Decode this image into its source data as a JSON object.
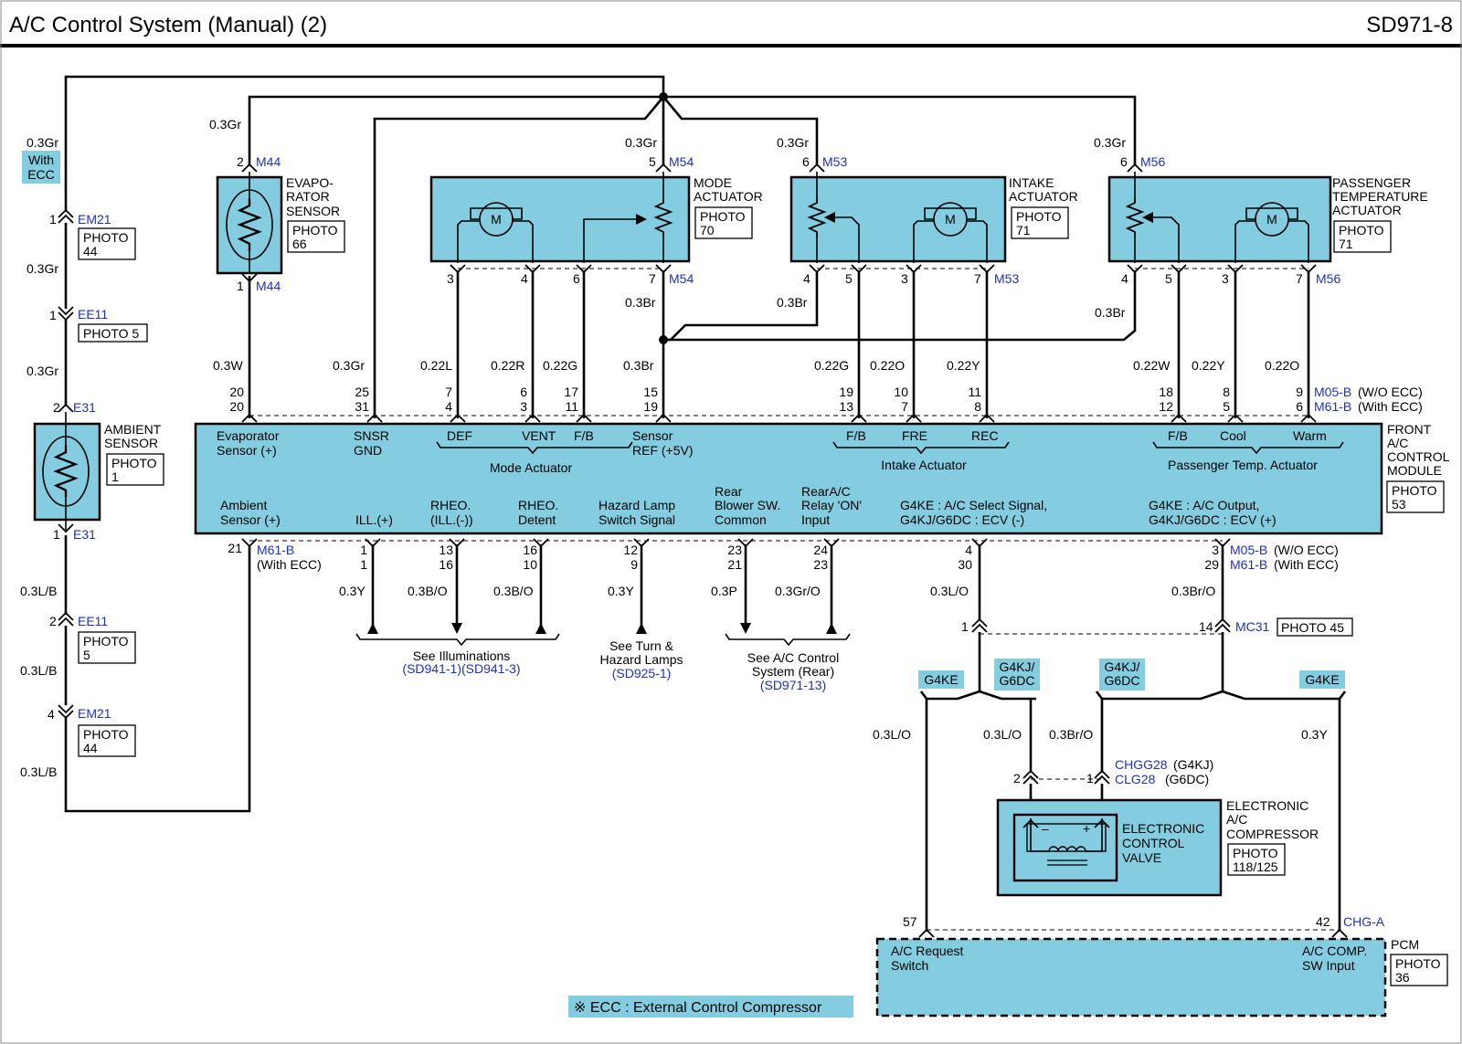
{
  "header": {
    "title": "A/C Control System (Manual) (2)",
    "page_code": "SD971-8"
  },
  "front_module": {
    "name_lines": [
      "FRONT",
      "A/C",
      "CONTROL",
      "MODULE"
    ],
    "photo": [
      "PHOTO",
      "53"
    ],
    "top_connector": [
      "M05-B",
      "(W/O ECC)",
      "M61-B",
      "(With ECC)"
    ],
    "bottom_connector": [
      "M05-B",
      "(W/O ECC)",
      "M61-B",
      "(With ECC)"
    ],
    "top_pins": [
      {
        "label": [
          "Evaporator",
          "Sensor (+)"
        ],
        "p1": "20",
        "p2": "20",
        "wire": "0.3W"
      },
      {
        "label": [
          "SNSR",
          "GND"
        ],
        "p1": "25",
        "p2": "31",
        "wire": "0.3Gr"
      },
      {
        "label": [
          "DEF"
        ],
        "p1": "7",
        "p2": "4",
        "wire": "0.22L"
      },
      {
        "label": [
          "VENT"
        ],
        "p1": "6",
        "p2": "3",
        "wire": "0.22R"
      },
      {
        "label": [
          "F/B"
        ],
        "p1": "17",
        "p2": "11",
        "wire": "0.22G"
      },
      {
        "label": [
          "Sensor",
          "REF (+5V)"
        ],
        "p1": "15",
        "p2": "19",
        "wire": "0.3Br"
      },
      {
        "label": [
          "F/B"
        ],
        "p1": "19",
        "p2": "13",
        "wire": "0.22G"
      },
      {
        "label": [
          "FRE"
        ],
        "p1": "10",
        "p2": "7",
        "wire": "0.22O"
      },
      {
        "label": [
          "REC"
        ],
        "p1": "11",
        "p2": "8",
        "wire": "0.22Y"
      },
      {
        "label": [
          "F/B"
        ],
        "p1": "18",
        "p2": "12",
        "wire": "0.22W"
      },
      {
        "label": [
          "Cool"
        ],
        "p1": "8",
        "p2": "5",
        "wire": "0.22Y"
      },
      {
        "label": [
          "Warm"
        ],
        "p1": "9",
        "p2": "6",
        "wire": "0.22O"
      }
    ],
    "groups": [
      "Mode Actuator",
      "Intake Actuator",
      "Passenger Temp. Actuator"
    ],
    "bottom_pins": [
      {
        "label": [
          "Ambient",
          "Sensor (+)"
        ],
        "p1": "21",
        "p2": "",
        "wire": ""
      },
      {
        "label": [
          "ILL.(+)"
        ],
        "p1": "1",
        "p2": "1",
        "wire": "0.3Y"
      },
      {
        "label": [
          "RHEO.",
          "(ILL.(-))"
        ],
        "p1": "13",
        "p2": "16",
        "wire": "0.3B/O"
      },
      {
        "label": [
          "RHEO.",
          "Detent"
        ],
        "p1": "16",
        "p2": "10",
        "wire": "0.3B/O"
      },
      {
        "label": [
          "Hazard Lamp",
          "Switch Signal"
        ],
        "p1": "12",
        "p2": "9",
        "wire": "0.3Y"
      },
      {
        "label": [
          "Rear",
          "Blower SW.",
          "Common"
        ],
        "p1": "23",
        "p2": "21",
        "wire": "0.3P"
      },
      {
        "label": [
          "RearA/C",
          "Relay 'ON'",
          "Input"
        ],
        "p1": "24",
        "p2": "23",
        "wire": "0.3Gr/O"
      },
      {
        "label": [
          "G4KE : A/C Select Signal,",
          "G4KJ/G6DC : ECV (-)"
        ],
        "p1": "4",
        "p2": "30",
        "wire": "0.3L/O"
      },
      {
        "label": [
          "G4KE : A/C Output,",
          "G4KJ/G6DC : ECV (+)"
        ],
        "p1": "3",
        "p2": "29",
        "wire": "0.3Br/O"
      }
    ],
    "m61b_left": [
      "M61-B",
      "(With ECC)"
    ]
  },
  "left_chain": {
    "with_ecc": [
      "With",
      "ECC"
    ],
    "wires": [
      "0.3Gr",
      "0.3Gr",
      "0.3Gr",
      "0.3L/B",
      "0.3L/B",
      "0.3L/B"
    ],
    "conn_em21_top": {
      "pin": "1",
      "name": "EM21",
      "photo": [
        "PHOTO",
        "44"
      ]
    },
    "conn_ee11_top": {
      "pin": "1",
      "name": "EE11",
      "photo": [
        "PHOTO 5"
      ]
    },
    "conn_e31_top": {
      "pin": "2",
      "name": "E31"
    },
    "conn_e31_bot": {
      "pin": "1",
      "name": "E31"
    },
    "conn_ee11_bot": {
      "pin": "2",
      "name": "EE11",
      "photo": [
        "PHOTO",
        "5"
      ]
    },
    "conn_em21_bot": {
      "pin": "4",
      "name": "EM21",
      "photo": [
        "PHOTO",
        "44"
      ]
    },
    "ambient": {
      "name": [
        "AMBIENT",
        "SENSOR"
      ],
      "photo": [
        "PHOTO",
        "1"
      ]
    }
  },
  "evap": {
    "name": [
      "EVAPO-",
      "RATOR",
      "SENSOR"
    ],
    "photo": [
      "PHOTO",
      "66"
    ],
    "top_pin": "2",
    "bot_pin": "1",
    "conn": "M44",
    "wire": "0.3Gr"
  },
  "mode_act": {
    "name": [
      "MODE",
      "ACTUATOR"
    ],
    "photo": [
      "PHOTO",
      "70"
    ],
    "conn": "M54",
    "top_pin": "5",
    "wire_top": "0.3Gr",
    "wire_bot": "0.3Br",
    "pins": [
      "3",
      "4",
      "6",
      "7"
    ]
  },
  "intake_act": {
    "name": [
      "INTAKE",
      "ACTUATOR"
    ],
    "photo": [
      "PHOTO",
      "71"
    ],
    "conn": "M53",
    "top_pin": "6",
    "wire_top": "0.3Gr",
    "wire_bot": "0.3Br",
    "pins": [
      "4",
      "5",
      "3",
      "7"
    ]
  },
  "pass_act": {
    "name": [
      "PASSENGER",
      "TEMPERATURE",
      "ACTUATOR"
    ],
    "photo": [
      "PHOTO",
      "71"
    ],
    "conn": "M56",
    "top_pin": "6",
    "wire_top": "0.3Gr",
    "wire_bot": "0.3Br",
    "pins": [
      "4",
      "5",
      "3",
      "7"
    ]
  },
  "motor_label": "M",
  "refs": {
    "illum": [
      "See Illuminations",
      "(SD941-1)(SD941-3)"
    ],
    "hazard": [
      "See Turn &",
      "Hazard Lamps",
      "(SD925-1)"
    ],
    "rear": [
      "See A/C Control",
      "System (Rear)",
      "(SD971-13)"
    ]
  },
  "mc31": {
    "pin_left": "1",
    "pin_right": "14",
    "name": "MC31",
    "photo": "PHOTO 45"
  },
  "variants": [
    "G4KE",
    "G4KJ/",
    "G6DC",
    "G4KJ/",
    "G6DC",
    "G4KE"
  ],
  "lower_wires": [
    "0.3L/O",
    "0.3L/O",
    "0.3Br/O",
    "0.3Y"
  ],
  "compressor": {
    "conn_pins": [
      "2",
      "1"
    ],
    "conn": [
      "CHGG28",
      "(G4KJ)",
      "CLG28",
      "(G6DC)"
    ],
    "name": [
      "ELECTRONIC",
      "A/C",
      "COMPRESSOR"
    ],
    "photo": [
      "PHOTO",
      "118/125"
    ],
    "valve": [
      "ELECTRONIC",
      "CONTROL",
      "VALVE"
    ],
    "polarity": [
      "–",
      "+"
    ]
  },
  "pcm": {
    "pins": [
      "57",
      "42"
    ],
    "conn": "CHG-A",
    "left_label": [
      "A/C Request",
      "Switch"
    ],
    "right_label": [
      "A/C COMP.",
      "SW Input"
    ],
    "name": "PCM",
    "photo": [
      "PHOTO",
      "36"
    ]
  },
  "footnote": "※ ECC : External Control Compressor",
  "colors": {
    "fill": "#84cde0",
    "connector_text": "#1e2fc8",
    "line": "#000000"
  }
}
